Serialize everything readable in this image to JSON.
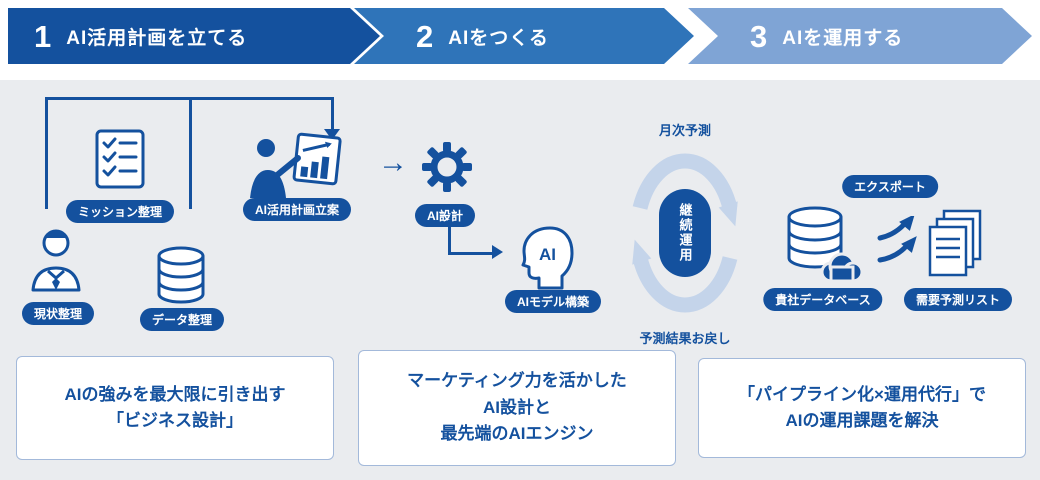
{
  "banner": {
    "steps": [
      {
        "num": "1",
        "label": "AI活用計画を立てる"
      },
      {
        "num": "2",
        "label": "AIをつくる"
      },
      {
        "num": "3",
        "label": "AIを運用する"
      }
    ]
  },
  "step1": {
    "pills": {
      "mission": "ミッション整理",
      "plan": "AI活用計画立案",
      "current": "現状整理",
      "data": "データ整理"
    }
  },
  "step2": {
    "arrow": "→",
    "head_text": "AI",
    "pills": {
      "design": "AI設計",
      "model": "AIモデル構築"
    }
  },
  "step3": {
    "monthly": "月次予測",
    "cycle": "継続運用",
    "return": "予測結果お戻し",
    "database": "貴社データベース",
    "export": "エクスポート",
    "list": "需要予測リスト"
  },
  "boxes": [
    {
      "line1": "AIの強みを最大限に引き出す",
      "line2": "「ビジネス設計」"
    },
    {
      "line1": "マーケティング力を活かした",
      "line2": "AI設計と",
      "line3": "最先端のAIエンジン"
    },
    {
      "line1": "「パイプライン化×運用代行」で",
      "line2": "AIの運用課題を解決"
    }
  ],
  "colors": {
    "brand": "#14519E",
    "banner2": "#2F74B9",
    "banner3": "#7FA4D5",
    "canvas_bg": "#EAECEF",
    "cycle_arrow": "#C4D4EA"
  }
}
